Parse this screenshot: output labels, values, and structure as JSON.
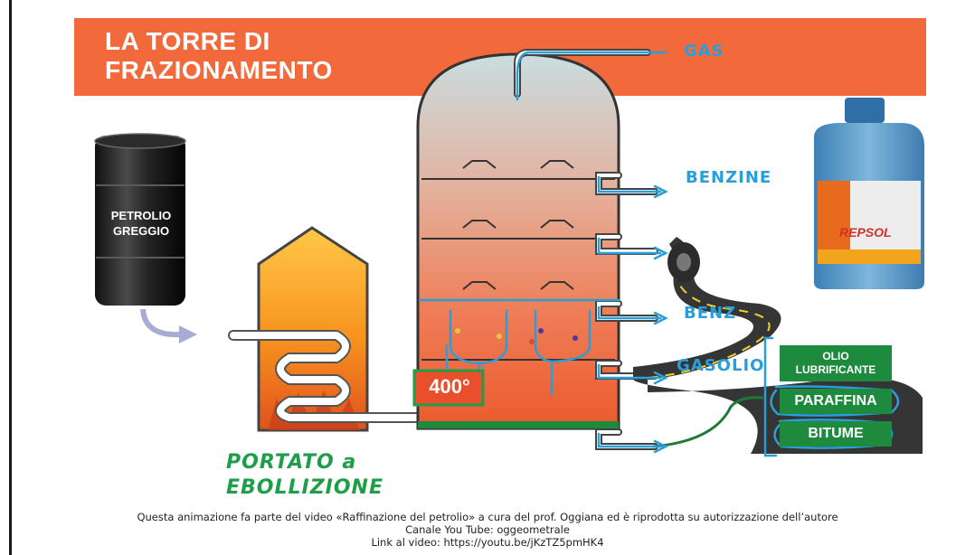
{
  "title": {
    "line1": "LA TORRE DI",
    "line2": "FRAZIONAMENTO"
  },
  "barrel": {
    "line1": "PETROLIO",
    "line2": "GREGGIO"
  },
  "temperature": "400°",
  "tower_outputs": {
    "gas": "GAS",
    "benzine": "BENZINE",
    "benzina": "BENZ",
    "gasolio": "GASOLIO"
  },
  "products": {
    "olio_line1": "OLIO",
    "olio_line2": "LUBRIFICANTE",
    "paraffina": "PARAFFINA",
    "bitume": "BITUME",
    "brand": "REPSOL"
  },
  "annotation": {
    "line1": "PORTATO a",
    "line2": "EBOLLIZIONE"
  },
  "footer": {
    "line1": "Questa animazione fa parte del video «Raffinazione del petrolio» a cura del prof. Oggiana ed è riprodotta su autorizzazione dell’autore",
    "line2": "Canale You Tube: oggeometrale",
    "line3": "Link al video: https://youtu.be/jKzTZ5pmHK4"
  },
  "colors": {
    "banner": "#f26a3c",
    "tower_top": "#c9dde0",
    "tower_bottom": "#ec5a2e",
    "sign_green": "#1e8a3e",
    "ink_blue": "#2a9ed8",
    "ink_green": "#1f9e4a"
  }
}
